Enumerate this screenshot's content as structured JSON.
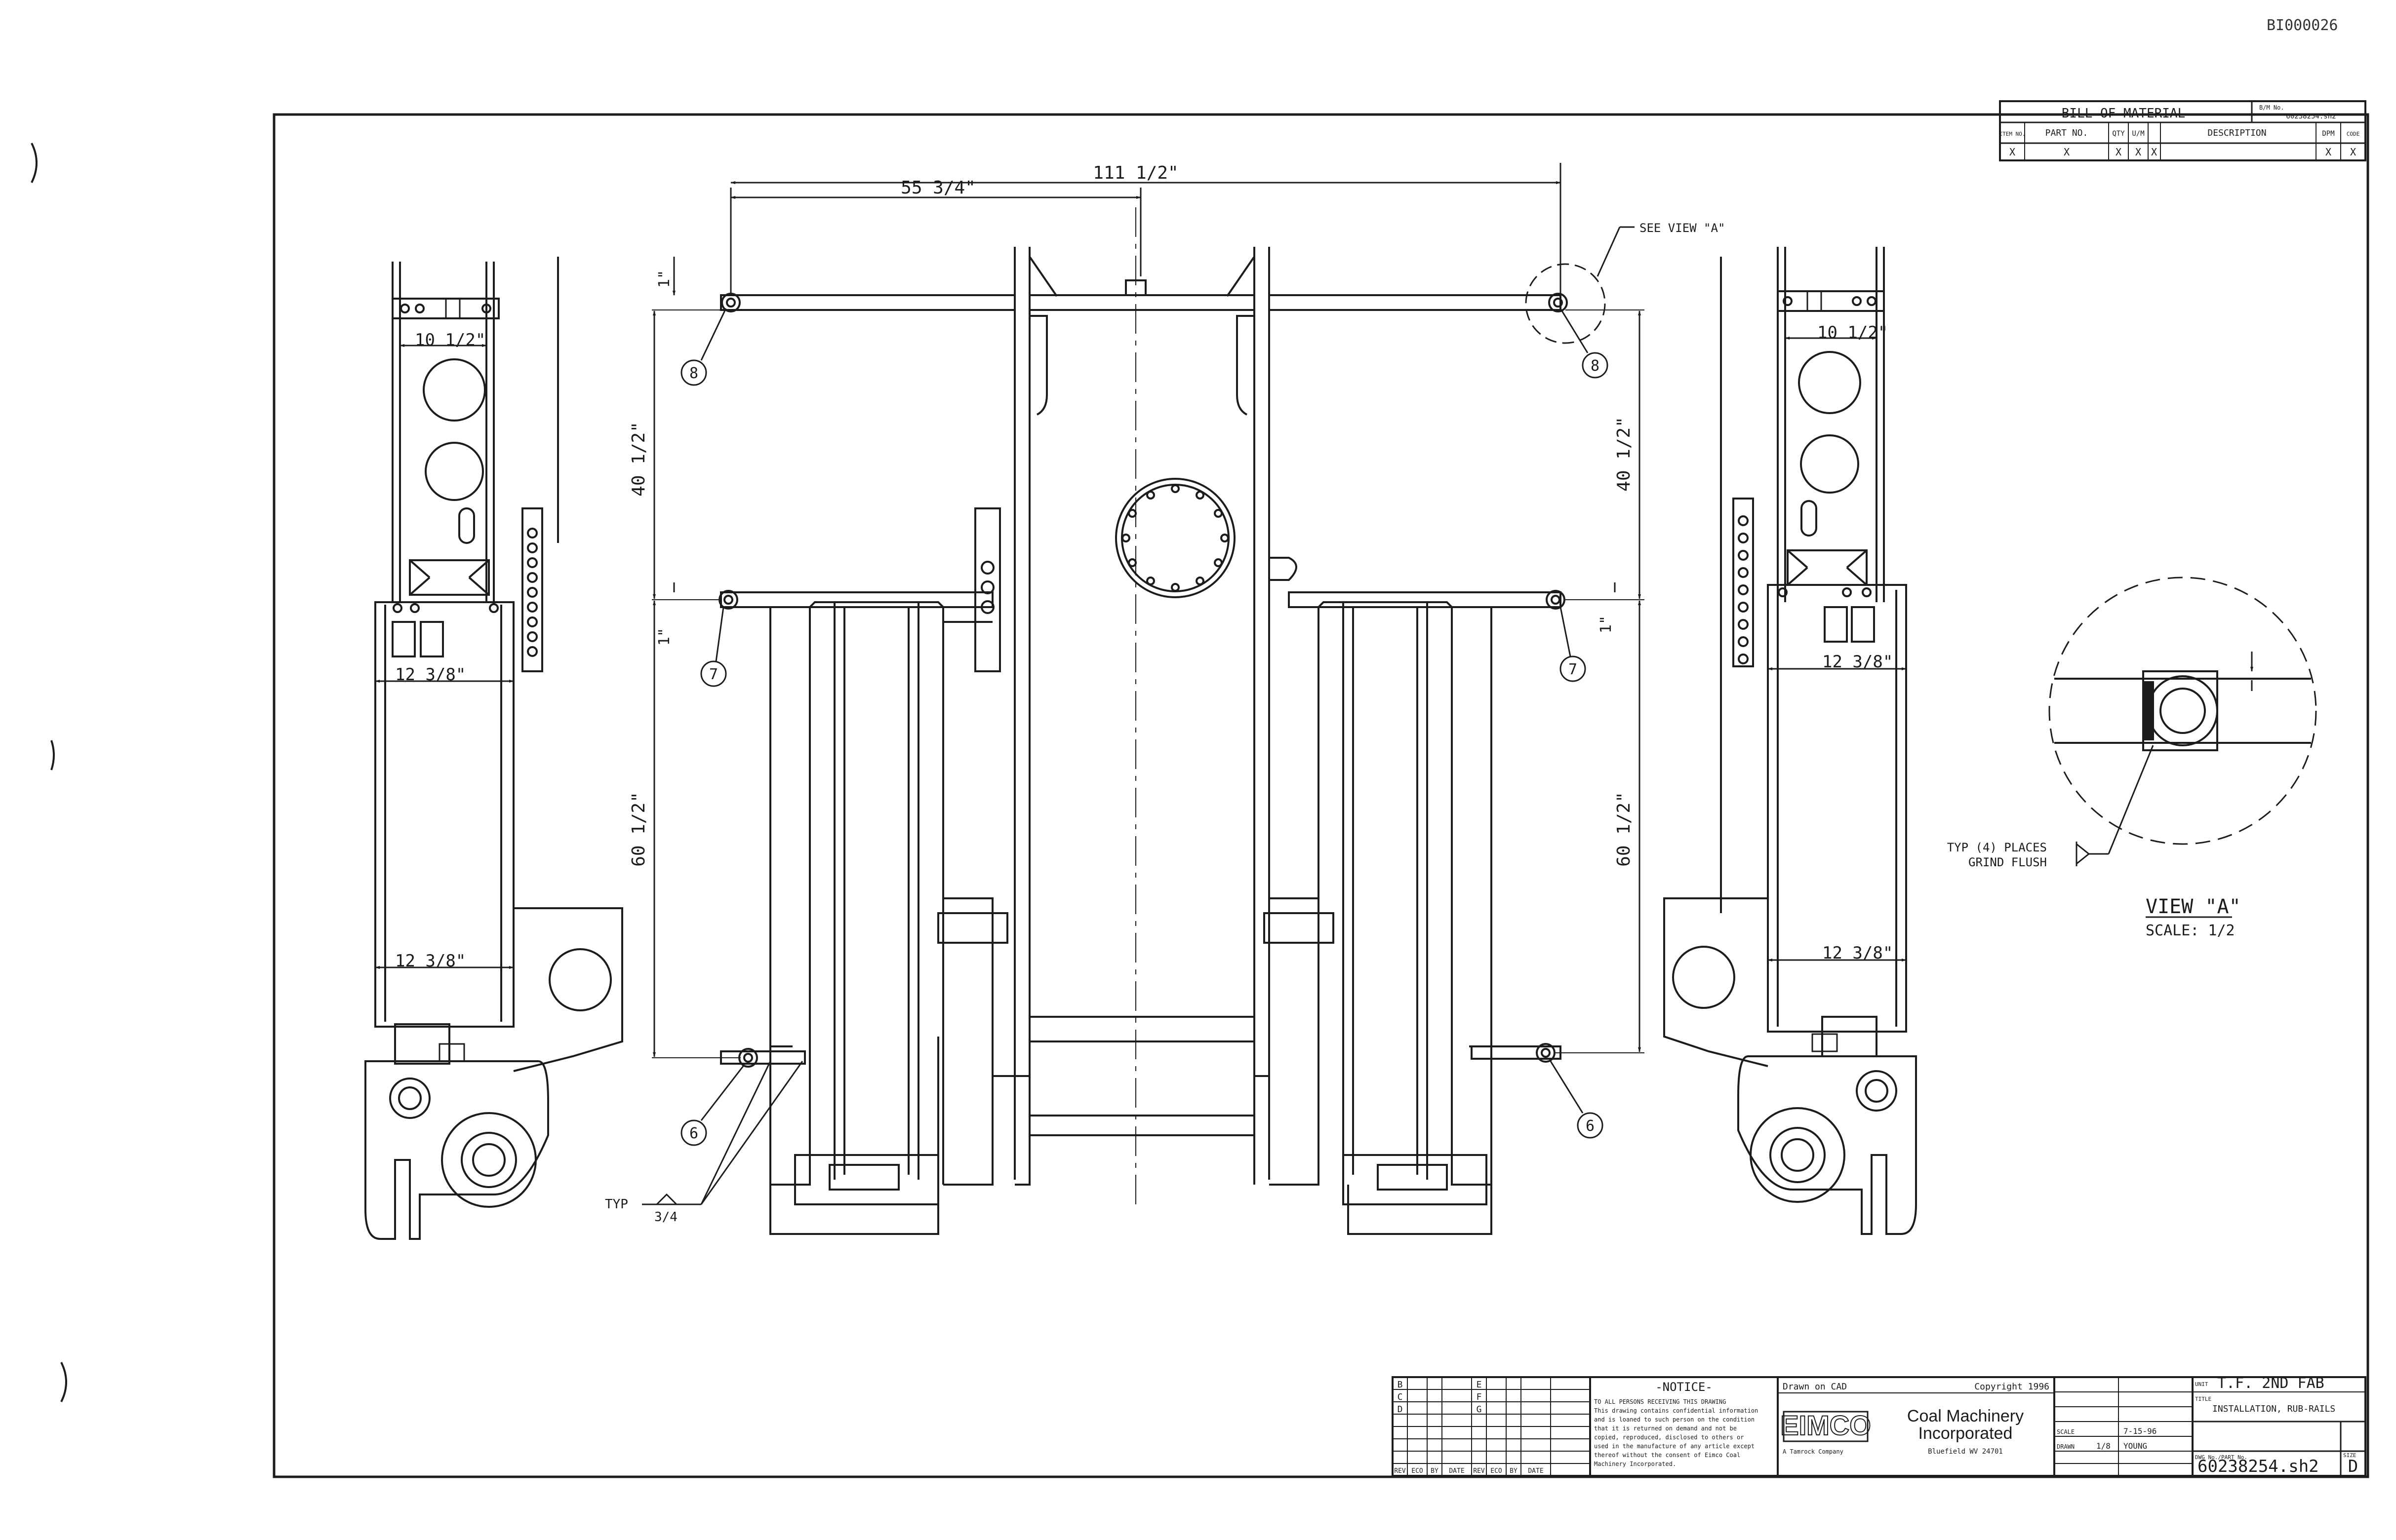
{
  "doc_id": "BI000026",
  "bom": {
    "title": "BILL OF MATERIAL",
    "bom_no_label": "B/M No.",
    "bom_no": "60238254.sh2",
    "headers": [
      "ITEM NO.",
      "PART NO.",
      "QTY",
      "U/M",
      "DESCRIPTION",
      "DPM",
      "CODE"
    ],
    "row": [
      "X",
      "X",
      "X",
      "X",
      "X",
      "X",
      "X"
    ]
  },
  "dimensions": {
    "overall": "111 1/2\"",
    "half": "55 3/4\"",
    "upper_left": "40 1/2\"",
    "upper_right": "40 1/2\"",
    "lower_left": "60 1/2\"",
    "lower_right": "60 1/2\"",
    "offset_top": "1\"",
    "offset_mid_left": "1\"",
    "offset_mid_right": "1\"",
    "left_top": "10 1/2\"",
    "left_mid": "12 3/8\"",
    "left_low": "12 3/8\"",
    "right_top": "10 1/2\"",
    "right_mid": "12 3/8\"",
    "right_low": "12 3/8\""
  },
  "callouts": {
    "see_view": "SEE VIEW \"A\"",
    "item_8": "8",
    "item_7": "7",
    "item_6": "6",
    "typ_weld": "TYP",
    "weld_size": "3/4",
    "typ_places": "TYP (4) PLACES",
    "grind_flush": "GRIND FLUSH"
  },
  "view_a": {
    "title": "VIEW \"A\"",
    "scale": "SCALE: 1/2"
  },
  "rev_block": {
    "rev_letters": [
      "B",
      "C",
      "D",
      "E",
      "F",
      "G"
    ],
    "footer": [
      "REV",
      "ECO",
      "BY",
      "DATE",
      "REV",
      "ECO",
      "BY",
      "DATE"
    ]
  },
  "notice": {
    "title": "-NOTICE-",
    "lines": [
      "TO ALL PERSONS RECEIVING THIS DRAWING",
      "This drawing contains confidential information",
      "and is loaned to such person on the condition",
      "that it is returned on demand and not be",
      "copied, reproduced, disclosed to others or",
      "used in the manufacture of any article except",
      "thereof without the consent of Eimco Coal",
      "Machinery Incorporated."
    ]
  },
  "company": {
    "drawn_on": "Drawn on CAD",
    "copyright": "Copyright 1996",
    "logo": "EIMCO",
    "name_line1": "Coal Machinery",
    "name_line2": "Incorporated",
    "city": "Bluefield WV 24701",
    "sub": "A Tamrock Company"
  },
  "title_block": {
    "unit_label": "UNIT",
    "unit_name": "T.F. 2ND FAB",
    "title_label": "TITLE",
    "title": "INSTALLATION, RUB-RAILS",
    "scale_label": "SCALE",
    "scale": "1/8",
    "drawn_label": "DRAWN",
    "drawn_by": "YOUNG",
    "date": "7-15-96",
    "dwg_label": "DWG No./PART No.",
    "dwg_no": "60238254.sh2",
    "size_label": "SIZE",
    "size": "D"
  }
}
